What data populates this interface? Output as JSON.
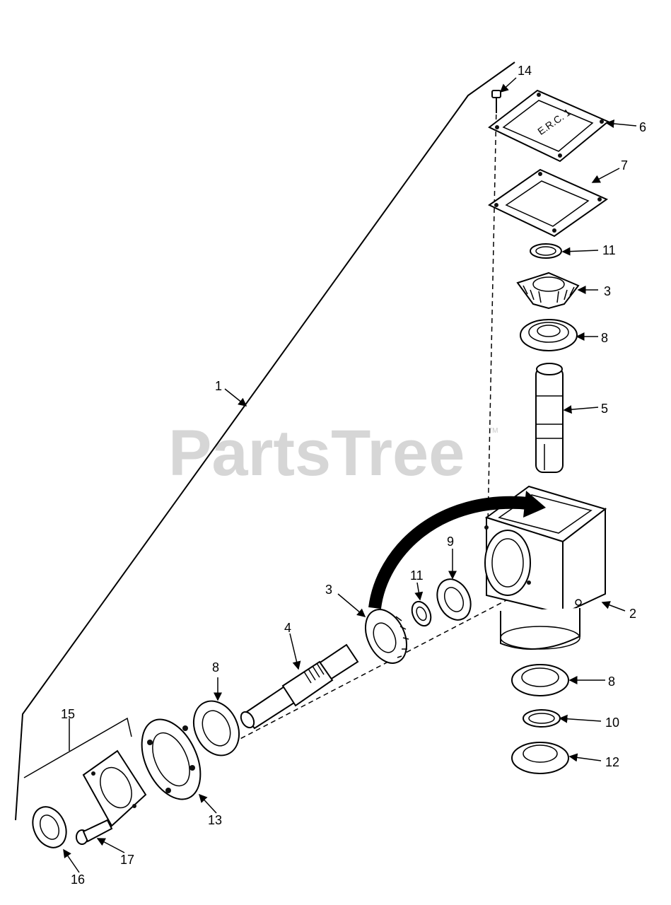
{
  "watermark": {
    "text": "PartsTree",
    "tm": "TM"
  },
  "stamp_text": "E.R.C. 1",
  "callouts": {
    "c1": "1",
    "c2": "2",
    "c3_top": "3",
    "c3_mid": "3",
    "c4": "4",
    "c5": "5",
    "c6": "6",
    "c7": "7",
    "c8_top": "8",
    "c8_mid": "8",
    "c8_bot": "8",
    "c9": "9",
    "c10": "10",
    "c11_top": "11",
    "c11_mid": "11",
    "c12": "12",
    "c13": "13",
    "c14": "14",
    "c15": "15",
    "c16": "16",
    "c17": "17"
  }
}
